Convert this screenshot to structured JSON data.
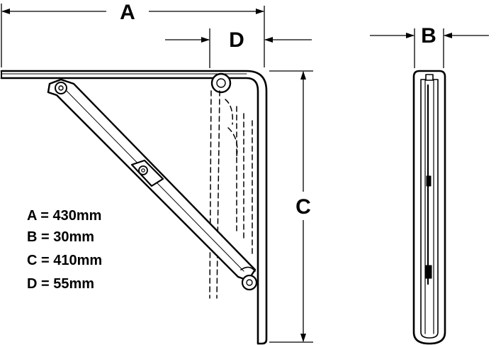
{
  "dimension_labels": {
    "a": "A",
    "b": "B",
    "c": "C",
    "d": "D"
  },
  "legend": [
    "A = 430mm",
    "B = 30mm",
    "C = 410mm",
    "D = 55mm"
  ],
  "colors": {
    "line": "#000000",
    "background": "#ffffff"
  }
}
